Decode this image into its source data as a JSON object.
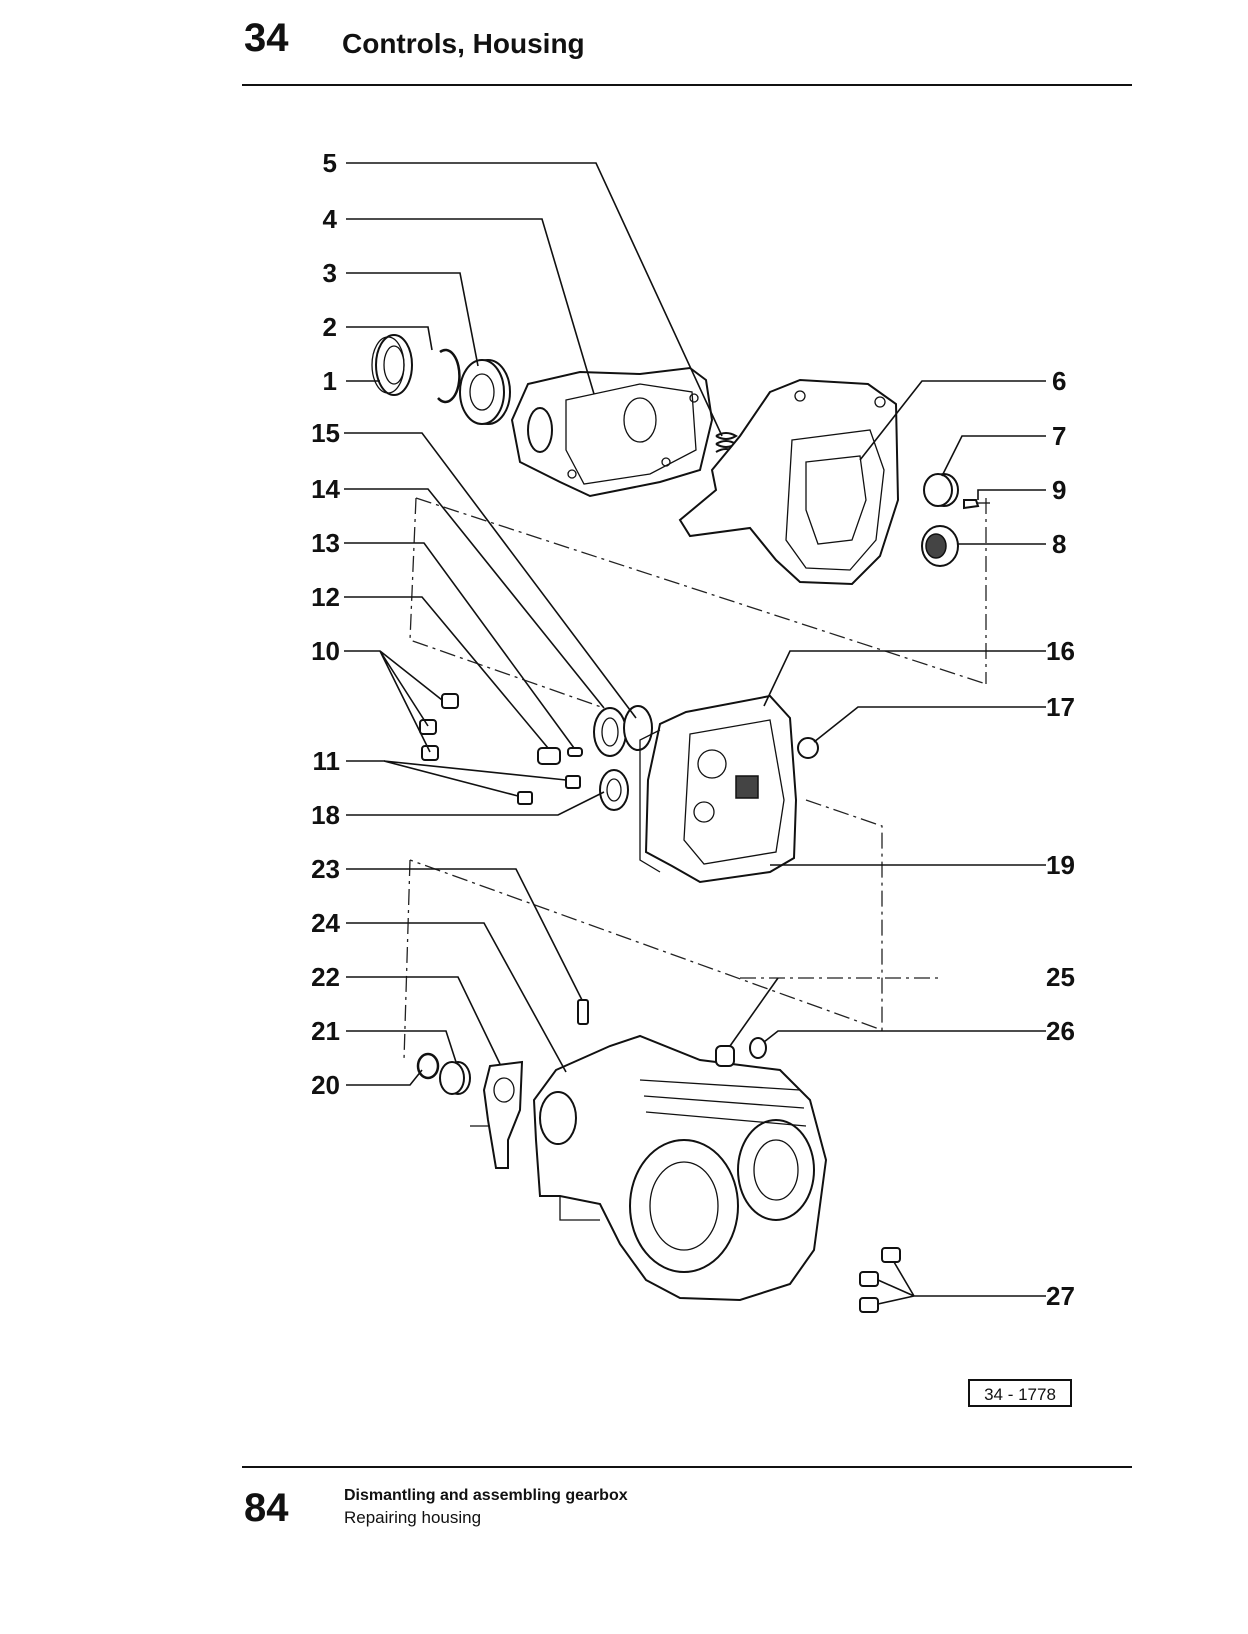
{
  "header": {
    "section_number": "34",
    "section_title": "Controls, Housing"
  },
  "figure": {
    "reference": "34 - 1778",
    "callouts": [
      "1",
      "2",
      "3",
      "4",
      "5",
      "6",
      "7",
      "8",
      "9",
      "10",
      "11",
      "12",
      "13",
      "14",
      "15",
      "16",
      "17",
      "18",
      "19",
      "20",
      "21",
      "22",
      "23",
      "24",
      "25",
      "26",
      "27"
    ]
  },
  "footer": {
    "page_number": "84",
    "title": "Dismantling and assembling gearbox",
    "subtitle": "Repairing housing"
  }
}
